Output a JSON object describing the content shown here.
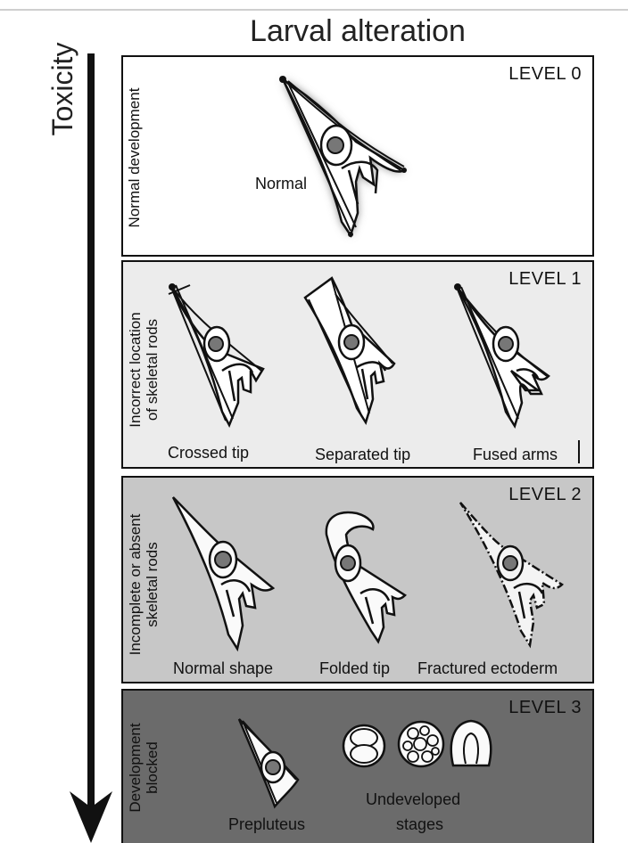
{
  "title": "Larval alteration",
  "axis_label": "Toxicity",
  "levels": [
    {
      "level": "LEVEL 0",
      "side_label": [
        "Normal development"
      ],
      "captions": [
        "Normal"
      ]
    },
    {
      "level": "LEVEL 1",
      "side_label": [
        "Incorrect location",
        "of skeletal rods"
      ],
      "captions": [
        "Crossed tip",
        "Separated tip",
        "Fused arms"
      ]
    },
    {
      "level": "LEVEL 2",
      "side_label": [
        "Incomplete or absent",
        "skeletal rods"
      ],
      "captions": [
        "Normal shape",
        "Folded tip",
        "Fractured ectoderm"
      ]
    },
    {
      "level": "LEVEL 3",
      "side_label": [
        "Development",
        "blocked"
      ],
      "captions": [
        "Prepluteus",
        "Undeveloped",
        "stages"
      ]
    }
  ],
  "colors": {
    "level0_bg": "#ffffff",
    "level1_bg": "#ececec",
    "level2_bg": "#c7c7c7",
    "level3_bg": "#6b6b6b",
    "arrow": "#111111"
  }
}
